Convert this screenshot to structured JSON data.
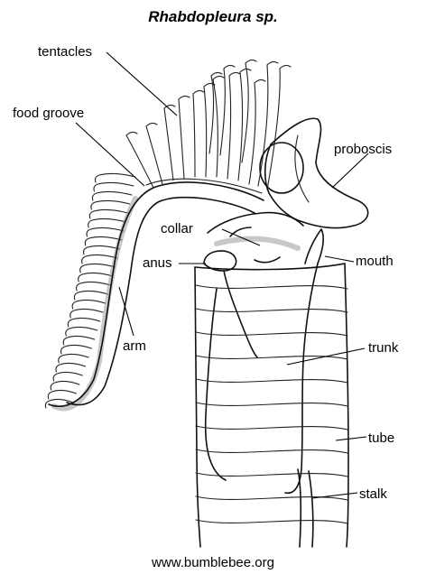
{
  "title": "Rhabdopleura sp.",
  "labels": {
    "tentacles": "tentacles",
    "food_groove": "food groove",
    "proboscis": "proboscis",
    "collar": "collar",
    "anus": "anus",
    "mouth": "mouth",
    "arm": "arm",
    "trunk": "trunk",
    "tube": "tube",
    "stalk": "stalk"
  },
  "credit": "www.bumblebee.org"
}
